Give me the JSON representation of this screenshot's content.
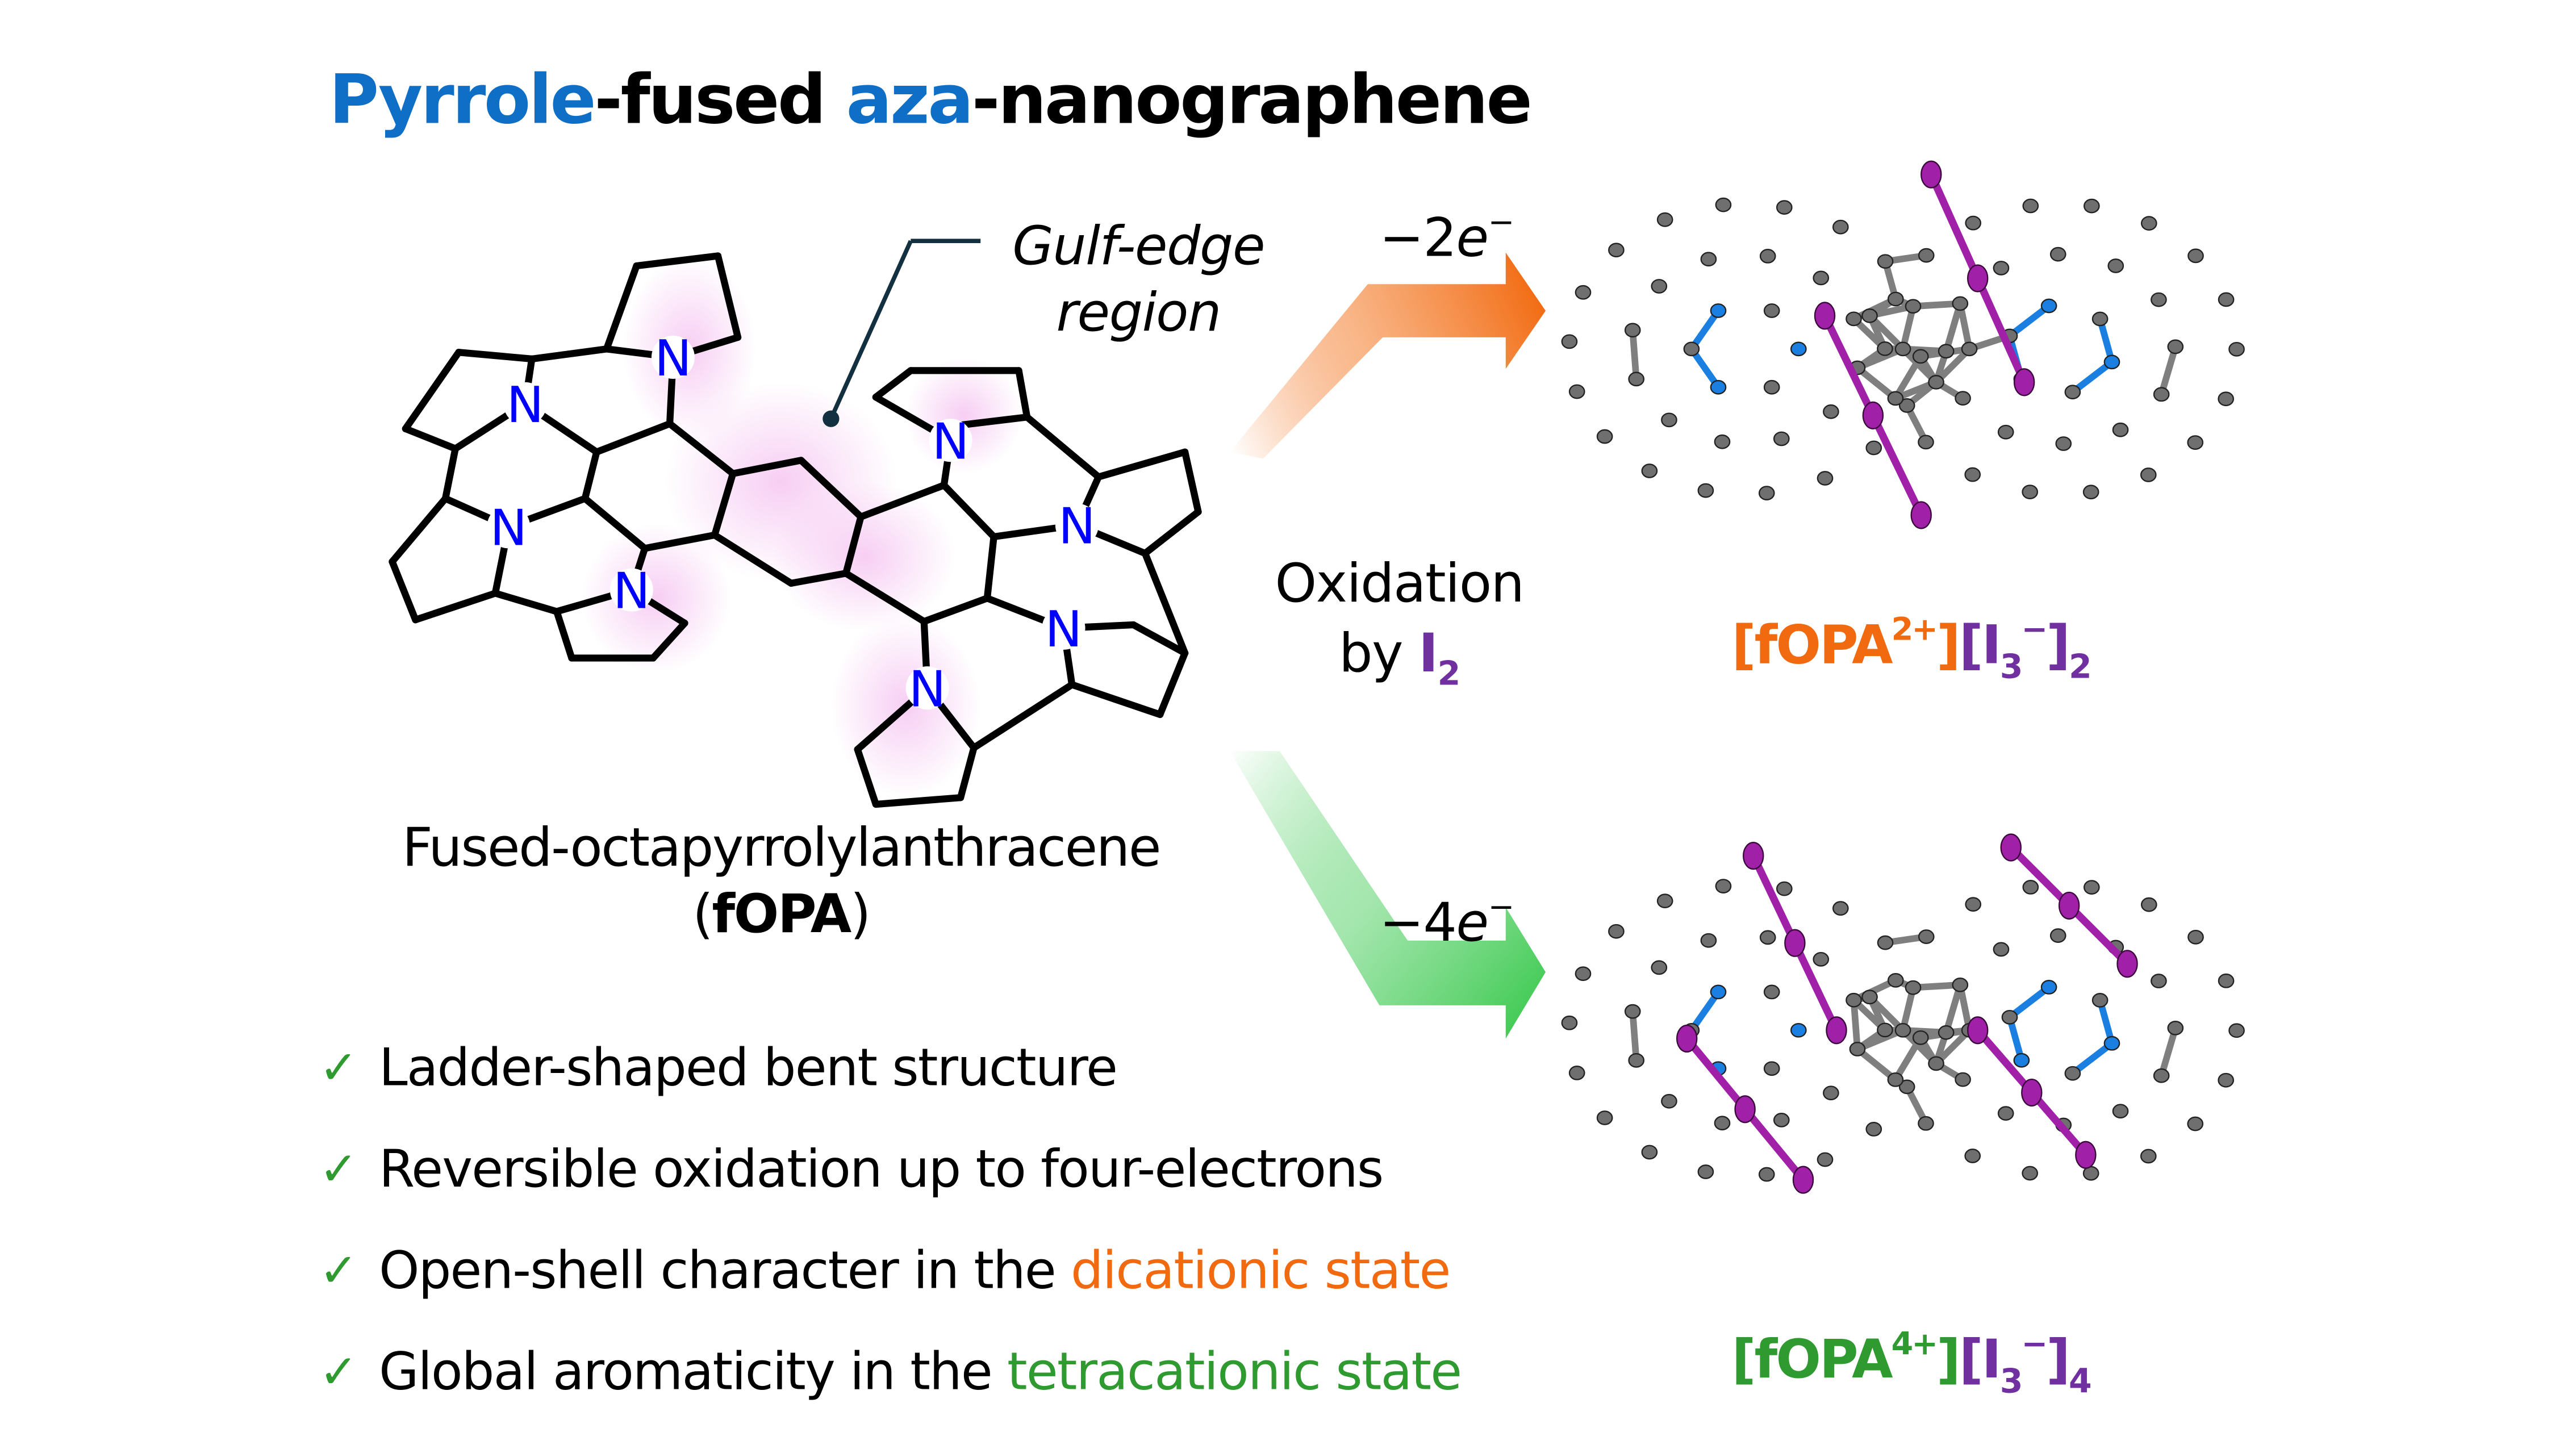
{
  "title": {
    "part1": "Pyrrole",
    "part2": "-fused ",
    "part3": "aza",
    "part4": "-nanographene"
  },
  "molecule": {
    "callout_line1": "Gulf-edge",
    "callout_line2": "region",
    "atom_label": "N",
    "name": "Fused-octapyrrolylanthracene",
    "abbr_open": "(",
    "abbr": "fOPA",
    "abbr_close": ")"
  },
  "reaction": {
    "upper_arrow": {
      "minus": "−2",
      "e": "e",
      "charge": "−",
      "color": "#f26a10"
    },
    "lower_arrow": {
      "minus": "−4",
      "e": "e",
      "charge": "−",
      "color": "#3fca52"
    },
    "condition_line1": "Oxidation",
    "condition_line2_prefix": "by ",
    "reagent": "I",
    "reagent_sub": "2"
  },
  "products": [
    {
      "cation": "[fOPA",
      "cation_charge": "2+",
      "cation_close": "]",
      "anion_open": "[I",
      "anion_sub": "3",
      "anion_charge": "−",
      "anion_close": "]",
      "count": "2",
      "color": "#f26a10"
    },
    {
      "cation": "[fOPA",
      "cation_charge": "4+",
      "cation_close": "]",
      "anion_open": "[I",
      "anion_sub": "3",
      "anion_charge": "−",
      "anion_close": "]",
      "count": "4",
      "color": "#2f9a2f"
    }
  ],
  "bullets": [
    {
      "icon": "✓",
      "text": "Ladder-shaped bent structure",
      "highlight": ""
    },
    {
      "icon": "✓",
      "text": "Reversible oxidation up to four-electrons",
      "highlight": ""
    },
    {
      "icon": "✓",
      "text": "Open-shell character in the ",
      "highlight": "dicationic state"
    },
    {
      "icon": "✓",
      "text": "Global aromaticity in the ",
      "highlight": "tetracationic state"
    }
  ],
  "colors": {
    "title_accent": "#0f6fc6",
    "dication": "#f26a10",
    "tetracation": "#2f9a2f",
    "iodine": "#7030a0",
    "nitrogen_label": "#0000ff",
    "crystal_carbon": "#7f7f7f",
    "crystal_nitrogen": "#1a7fe0",
    "crystal_iodine": "#a020a8"
  }
}
